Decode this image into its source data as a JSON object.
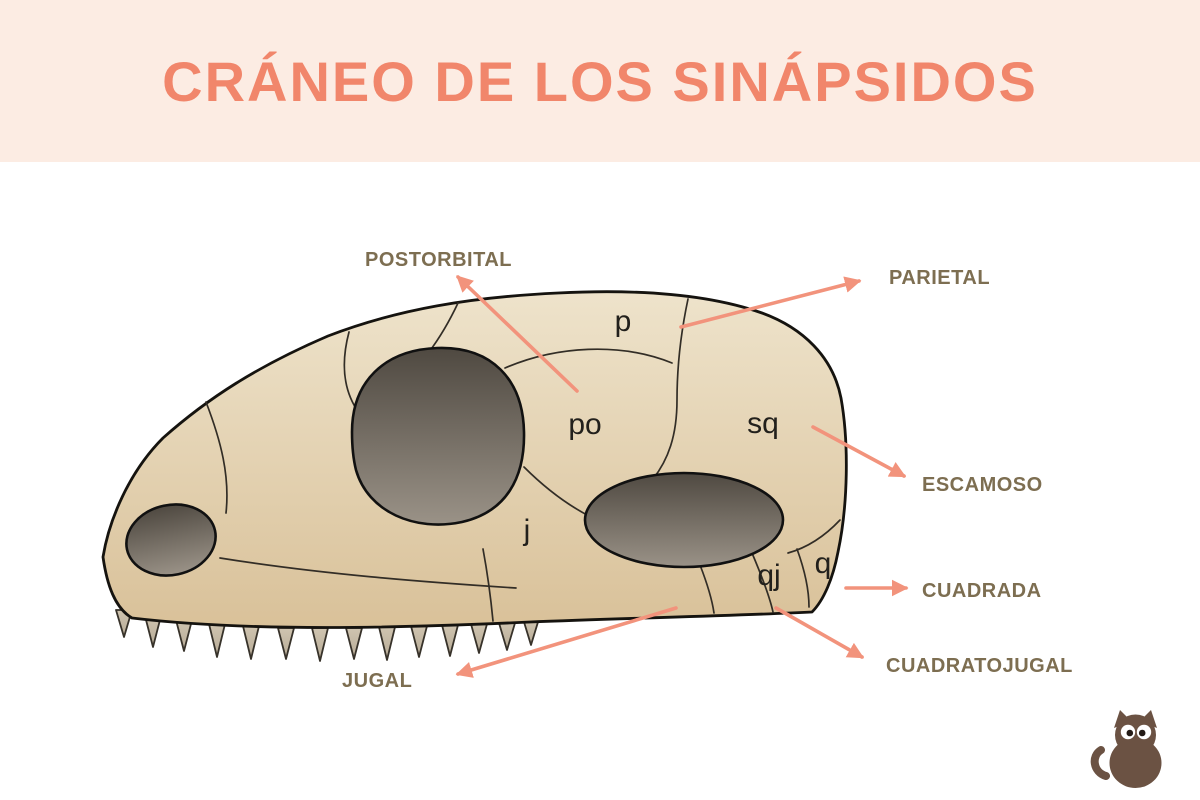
{
  "title": "CRÁNEO DE LOS SINÁPSIDOS",
  "colors": {
    "banner_bg": "#fcece3",
    "title": "#f1866b",
    "arrow": "#f2937c",
    "annotation_label": "#7d6e51",
    "skull_fill_top": "#eee3cb",
    "skull_fill_bottom": "#dcc69f",
    "opening_dark": "#4f4941",
    "opening_light": "#979085",
    "mascot_brown": "#6b5243"
  },
  "skull_letters": [
    {
      "id": "parietal-abbrev",
      "text": "p"
    },
    {
      "id": "postorbital-abbrev",
      "text": "po"
    },
    {
      "id": "squamosal-abbrev",
      "text": "sq"
    },
    {
      "id": "jugal-abbrev",
      "text": "j"
    },
    {
      "id": "quadratojugal-abbrev",
      "text": "qj"
    },
    {
      "id": "quadrate-abbrev",
      "text": "q"
    }
  ],
  "annotations": [
    {
      "id": "postorbital",
      "label": "POSTORBITAL"
    },
    {
      "id": "parietal",
      "label": "PARIETAL"
    },
    {
      "id": "escamoso",
      "label": "ESCAMOSO"
    },
    {
      "id": "cuadrada",
      "label": "CUADRADA"
    },
    {
      "id": "cuadratojugal",
      "label": "CUADRATOJUGAL"
    },
    {
      "id": "jugal",
      "label": "JUGAL"
    }
  ],
  "mascot_icon": "cat-mascot-icon"
}
